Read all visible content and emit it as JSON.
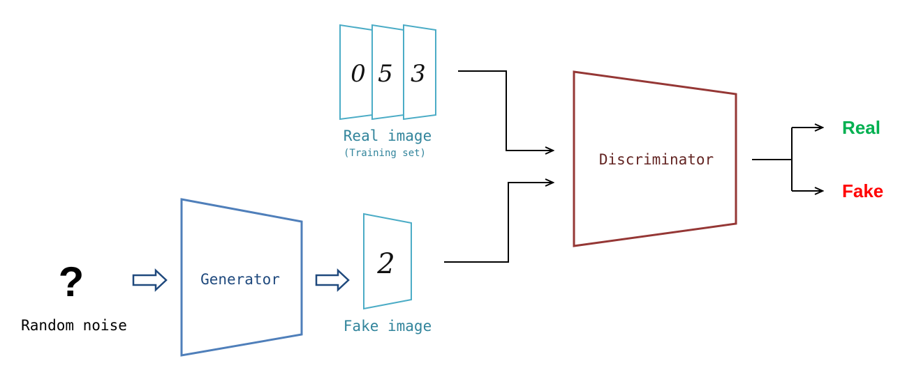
{
  "noise": {
    "symbol": "?",
    "label": "Random noise"
  },
  "generator": {
    "label": "Generator",
    "color": "#4f7fba"
  },
  "fake_image": {
    "digit": "2",
    "label": "Fake image"
  },
  "real_images": {
    "digits": [
      "0",
      "5",
      "3"
    ],
    "label": "Real image",
    "sublabel": "(Training set)"
  },
  "discriminator": {
    "label": "Discriminator",
    "color": "#953735"
  },
  "outputs": {
    "real": "Real",
    "fake": "Fake",
    "real_color": "#00b050",
    "fake_color": "#ff0000"
  },
  "colors": {
    "image_frame": "#4bacc6",
    "image_label": "#31849b",
    "generator_text": "#1f497d",
    "discriminator_text": "#632523",
    "hollow_arrow": "#1f497d",
    "connector": "#000000"
  }
}
